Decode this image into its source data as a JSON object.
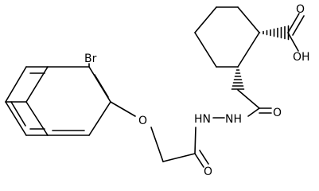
{
  "molecule": {
    "atoms": {
      "br": "Br",
      "ether_o": "O",
      "hydrazide_nh_left": "HN",
      "hydrazide_nh_right": "NH",
      "amide_o_bottom": "O",
      "amide_o_right": "O",
      "acid_o_top": "O",
      "acid_oh": "OH"
    }
  }
}
